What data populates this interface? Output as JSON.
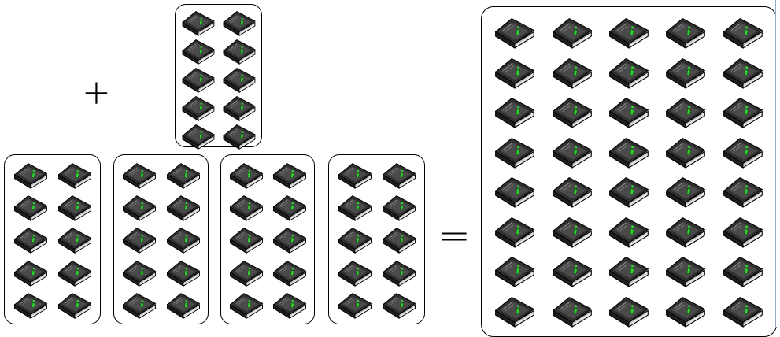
{
  "symbols": {
    "plus": "+",
    "equals": "="
  },
  "icons": {
    "item": "book-icon"
  },
  "colors": {
    "book_body": "#2f2f2f",
    "book_cover": "#4a4a4a",
    "pages": "#e8e8e8",
    "accent": "#2fd12f",
    "border": "#000000"
  },
  "groups": {
    "top_group": {
      "count": 10,
      "columns": 2,
      "rows": 5
    },
    "bottom_groups": [
      {
        "count": 10,
        "columns": 2,
        "rows": 5
      },
      {
        "count": 10,
        "columns": 2,
        "rows": 5
      },
      {
        "count": 10,
        "columns": 2,
        "rows": 5
      },
      {
        "count": 10,
        "columns": 2,
        "rows": 5
      }
    ],
    "result_group": {
      "count": 40,
      "columns": 5,
      "rows": 8
    }
  }
}
